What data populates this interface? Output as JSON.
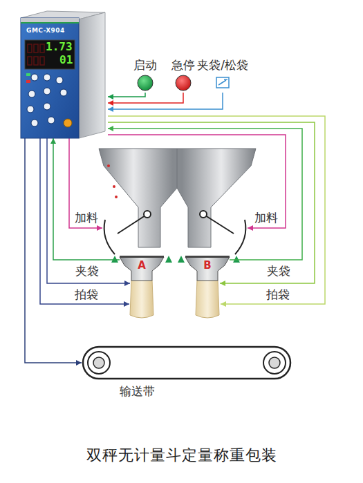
{
  "diagram": {
    "caption": "双秤无计量斗定量称重包装",
    "nodes": [
      {
        "text": [
          "GMC-X904"
        ]
      },
      {
        "text": [
          "启动"
        ]
      },
      {
        "text": [
          "急停"
        ]
      },
      {
        "text": [
          "夹袋/松袋"
        ]
      },
      {
        "text": [
          "A"
        ]
      },
      {
        "text": [
          "B"
        ]
      },
      {
        "text": [
          "输送带"
        ]
      }
    ],
    "edges": [
      {
        "from": 1,
        "to": 0,
        "arrow": "to"
      },
      {
        "from": 2,
        "to": 0,
        "arrow": "to"
      },
      {
        "from": 3,
        "to": 0,
        "arrow": "to"
      },
      {
        "from": 4,
        "to": 0,
        "label": "夹袋",
        "arrow": "to"
      },
      {
        "from": 5,
        "to": 0,
        "label": "夹袋",
        "arrow": "to"
      },
      {
        "from": 0,
        "to": 6,
        "arrow": "to"
      }
    ],
    "labels": [
      "1.73",
      "01",
      "加料",
      "加料",
      "拍袋",
      "拍袋"
    ]
  }
}
